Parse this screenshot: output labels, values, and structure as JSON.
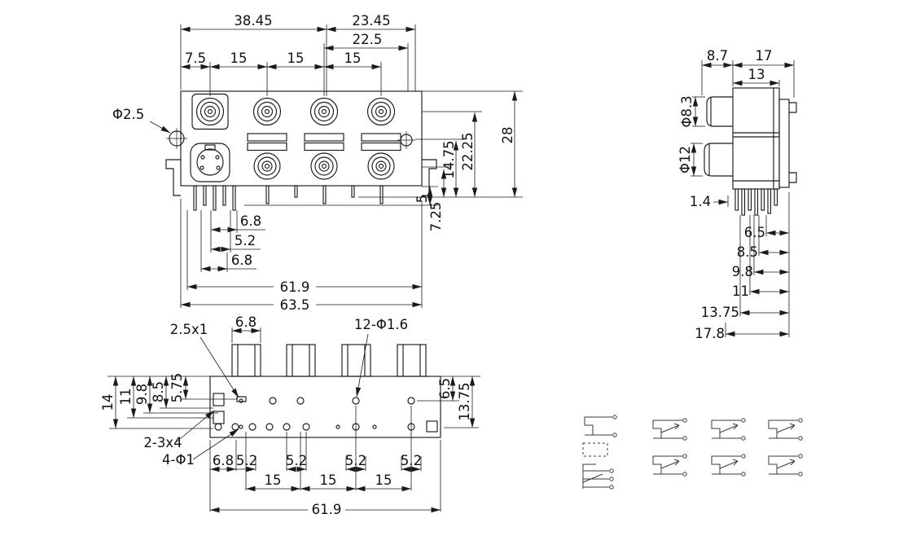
{
  "front": {
    "w1": "38.45",
    "w2": "23.45",
    "w3": "22.5",
    "p0": "7.5",
    "p1": "15",
    "p2": "15",
    "p3": "15",
    "hole": "Φ2.5",
    "v5": "5",
    "v725": "7.25",
    "v1475": "14.75",
    "v2225": "22.25",
    "v28": "28",
    "b68a": "6.8",
    "b52": "5.2",
    "b68b": "6.8",
    "b619": "61.9",
    "b635": "63.5"
  },
  "side": {
    "t87": "8.7",
    "t17": "17",
    "t13": "13",
    "d83": "Φ8.3",
    "d12": "Φ12",
    "l14": "1.4",
    "s65": "6.5",
    "s85": "8.5",
    "s98": "9.8",
    "s11": "11",
    "s1375": "13.75",
    "s178": "17.8"
  },
  "bottom": {
    "slot": "2.5x1",
    "tab": "6.8",
    "holes12": "12-Φ1.6",
    "l575": "5.75",
    "l85": "8.5",
    "l98": "9.8",
    "l11": "11",
    "l14": "14",
    "r65": "6.5",
    "r1375": "13.75",
    "n234": "2-3x4",
    "n41": "4-Φ1",
    "c68": "6.8",
    "c52a": "5.2",
    "c52b": "5.2",
    "c52c": "5.2",
    "c52d": "5.2",
    "p15a": "15",
    "p15b": "15",
    "p15c": "15",
    "total": "61.9"
  }
}
